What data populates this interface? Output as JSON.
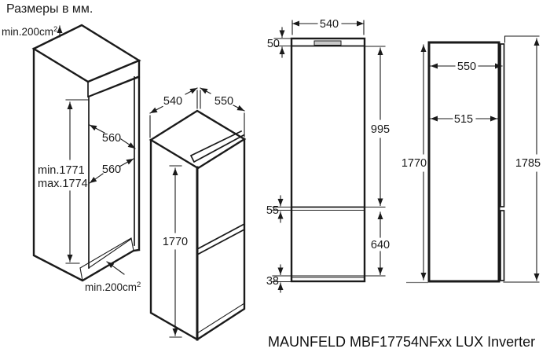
{
  "page": {
    "title": "Размеры в мм.",
    "model_label": "MAUNFELD MBF17754NFxx LUX Inverter"
  },
  "niche_view": {
    "top_vent_label": "min.200cm",
    "top_vent_superscript": "2",
    "bottom_vent_label": "min.200cm",
    "bottom_vent_superscript": "2",
    "height_min_label": "min.1771",
    "height_max_label": "max.1774",
    "inner_width": "560",
    "inner_depth": "560"
  },
  "iso_view": {
    "width": "540",
    "depth": "550",
    "height": "1770"
  },
  "front_view": {
    "width": "540",
    "top_clearance": "50",
    "upper_door_height": "995",
    "middle_clearance": "55",
    "lower_door_height": "640",
    "bottom_clearance": "38"
  },
  "side_view": {
    "depth_total": "550",
    "depth_body": "515",
    "height_body": "1770",
    "height_total": "1785"
  },
  "colors": {
    "line": "#1a1a1a",
    "text": "#1a1a1a",
    "vent_fill": "#c9c9c9",
    "background": "#ffffff"
  }
}
